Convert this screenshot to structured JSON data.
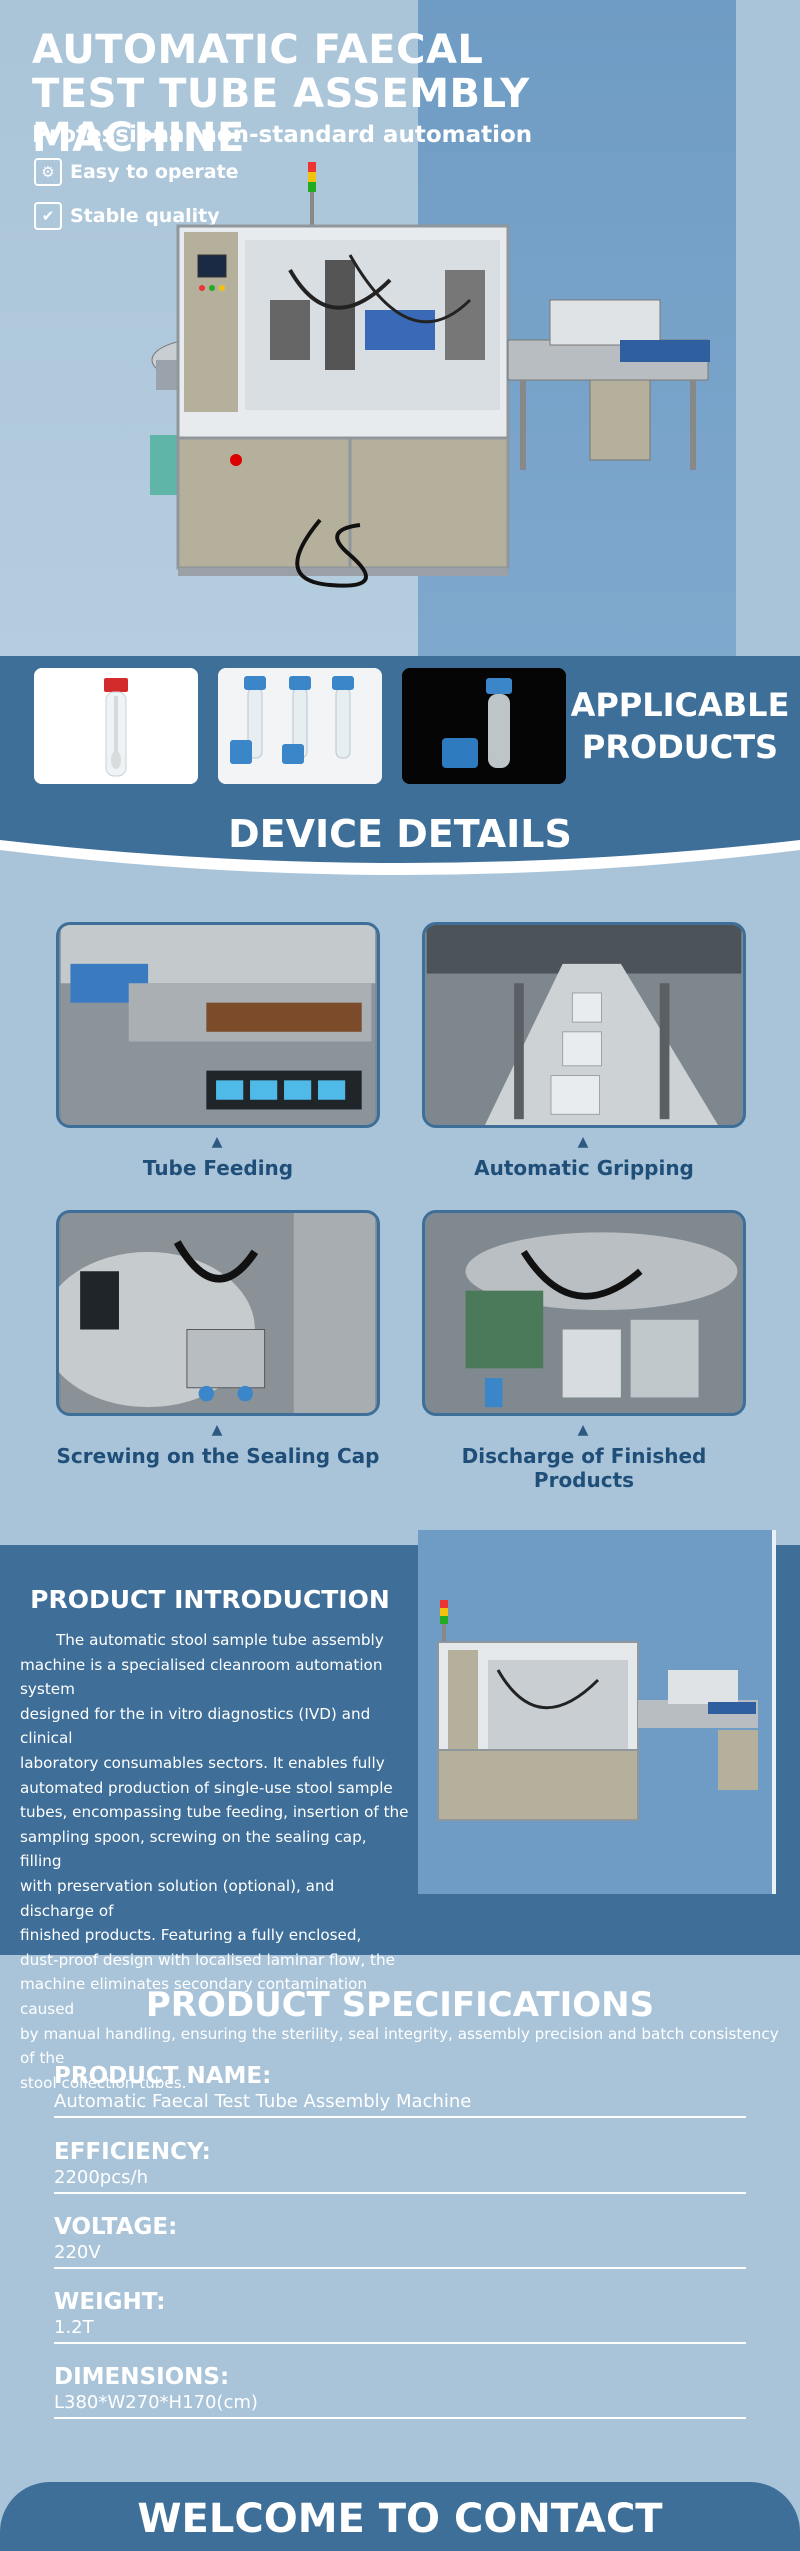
{
  "hero": {
    "title": "AUTOMATIC FAECAL TEST TUBE ASSEMBLY MACHINE",
    "subtitle": "Professional non-standard automation",
    "features": [
      "Easy to operate",
      "Stable quality"
    ],
    "feature_icons": [
      "gear-hand-icon",
      "quality-check-icon"
    ]
  },
  "applicable": {
    "label_line1": "APPLICABLE",
    "label_line2": "PRODUCTS"
  },
  "device_details": {
    "title": "DEVICE DETAILS",
    "items": [
      {
        "label": "Tube Feeding"
      },
      {
        "label": "Automatic Gripping"
      },
      {
        "label": "Screwing on the Sealing Cap"
      },
      {
        "label": "Discharge of Finished Products"
      }
    ],
    "arrow": "▲"
  },
  "intro": {
    "title": "PRODUCT INTRODUCTION",
    "lines_narrow": [
      "The automatic stool sample tube assembly",
      "machine is a specialised cleanroom automation system",
      "designed for the in vitro diagnostics (IVD) and clinical",
      "laboratory consumables sectors. It enables fully",
      "automated production of single-use stool sample",
      "tubes, encompassing tube feeding, insertion of the",
      "sampling spoon, screwing on the sealing cap, filling",
      "with preservation solution (optional), and discharge of",
      "finished products. Featuring a fully enclosed,",
      "dust-proof design with localised laminar flow, the",
      "machine eliminates secondary contamination caused"
    ],
    "lines_wide": [
      "by manual handling, ensuring the sterility, seal integrity, assembly precision and batch consistency of the",
      "stool collection tubes."
    ]
  },
  "specs": {
    "title": "PRODUCT SPECIFICATIONS",
    "rows": [
      {
        "key": "PRODUCT NAME:",
        "value": "Automatic Faecal Test Tube Assembly Machine"
      },
      {
        "key": "EFFICIENCY:",
        "value": "2200pcs/h"
      },
      {
        "key": "VOLTAGE:",
        "value": "220V"
      },
      {
        "key": "WEIGHT:",
        "value": "1.2T"
      },
      {
        "key": "DIMENSIONS:",
        "value": "L380*W270*H170(cm)"
      }
    ]
  },
  "contact": {
    "label": "WELCOME TO CONTACT"
  },
  "colors": {
    "band_blue": "#3d6f99",
    "page_bg": "#a9c4d9",
    "label_dark": "#1f4e78"
  }
}
